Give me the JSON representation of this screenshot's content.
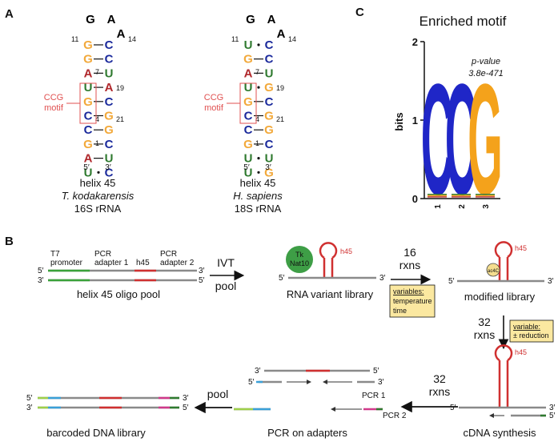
{
  "panels": {
    "a": "A",
    "b": "B",
    "c": "C"
  },
  "colors": {
    "G": "#f2a93b",
    "C": "#1b2a9c",
    "A": "#b0282c",
    "U": "#2f7a2f",
    "motif": "#e05050",
    "gray": "#8a8a8a",
    "note_box": "#fbe8a0"
  },
  "helix_tk": {
    "loop": [
      "G",
      "A",
      "A"
    ],
    "pairs": [
      [
        "G",
        "C"
      ],
      [
        "G",
        "C"
      ],
      [
        "A",
        "U"
      ],
      [
        "U",
        "A"
      ],
      [
        "G",
        "C"
      ],
      [
        "C",
        "G"
      ],
      [
        "C",
        "G"
      ],
      [
        "G",
        "C"
      ],
      [
        "A",
        "U"
      ],
      [
        "U",
        "C"
      ]
    ],
    "num_11": "11",
    "num_14": "14",
    "num_7": "7",
    "num_19": "19",
    "num_4": "4",
    "num_21": "21",
    "num_1": "1",
    "five": "5′",
    "three": "3′",
    "motif_label_1": "CCG",
    "motif_label_2": "motif",
    "caption_1": "helix 45",
    "caption_2": "T. kodakarensis",
    "caption_3": "16S rRNA"
  },
  "helix_hs": {
    "loop": [
      "G",
      "A",
      "A"
    ],
    "pairs": [
      [
        "U",
        "C"
      ],
      [
        "G",
        "C"
      ],
      [
        "A",
        "U"
      ],
      [
        "U",
        "G"
      ],
      [
        "G",
        "C"
      ],
      [
        "C",
        "G"
      ],
      [
        "C",
        "G"
      ],
      [
        "G",
        "C"
      ],
      [
        "U",
        "U"
      ],
      [
        "U",
        "G"
      ]
    ],
    "num_11": "11",
    "num_14": "14",
    "num_7": "7",
    "num_19": "19",
    "num_4": "4",
    "num_21": "21",
    "num_1": "1",
    "five": "5′",
    "three": "3′",
    "motif_label_1": "CCG",
    "motif_label_2": "motif",
    "caption_1": "helix 45",
    "caption_2": "H. sapiens",
    "caption_3": "18S rRNA"
  },
  "logo": {
    "title": "Enriched motif",
    "ylabel": "bits",
    "y_ticks": [
      "0",
      "1",
      "2"
    ],
    "ylim": [
      0,
      2
    ],
    "positions": [
      {
        "letter": "C",
        "bits": 1.45,
        "tick": "1"
      },
      {
        "letter": "C",
        "bits": 1.45,
        "tick": "2"
      },
      {
        "letter": "G",
        "bits": 1.45,
        "tick": "3"
      }
    ],
    "pvalue_1": "p-value",
    "pvalue_2": "3.8e-471"
  },
  "workflow": {
    "oligo": {
      "t7_1": "T7",
      "t7_2": "promoter",
      "pcr1_1": "PCR",
      "pcr1_2": "adapter 1",
      "h45": "h45",
      "pcr2_1": "PCR",
      "pcr2_2": "adapter 2",
      "five": "5′",
      "three": "3′",
      "three_b": "3′",
      "five_b": "5′",
      "caption": "helix 45 oligo pool"
    },
    "ivt": {
      "label_1": "IVT",
      "label_2": "pool"
    },
    "rna": {
      "enzyme_1": "Tk",
      "enzyme_2": "Nat10",
      "h45": "h45",
      "five": "5′",
      "three": "3′",
      "caption": "RNA variant library"
    },
    "step16": {
      "label_1": "16",
      "label_2": "rxns",
      "var_title": "variables:",
      "var_1": "temperature",
      "var_2": "time"
    },
    "modified": {
      "h45": "h45",
      "mod": "ac4C",
      "five": "5′",
      "three": "3′",
      "caption": "modified library"
    },
    "step32a": {
      "label_1": "32",
      "label_2": "rxns",
      "var_title": "variable:",
      "var_1": "± reduction"
    },
    "cdna": {
      "h45": "h45",
      "five": "5′",
      "three": "3′",
      "five_b": "5′",
      "caption": "cDNA synthesis"
    },
    "step32b": {
      "label_1": "32",
      "label_2": "rxns"
    },
    "pcr": {
      "three": "3′",
      "five": "5′",
      "five_b": "5′",
      "three_b": "3′",
      "pcr1": "PCR 1",
      "pcr2": "PCR 2",
      "caption": "PCR on adapters"
    },
    "pool": {
      "label": "pool"
    },
    "barcoded": {
      "five": "5′",
      "three": "3′",
      "three_b": "3′",
      "five_b": "5′",
      "caption": "barcoded DNA library"
    }
  }
}
